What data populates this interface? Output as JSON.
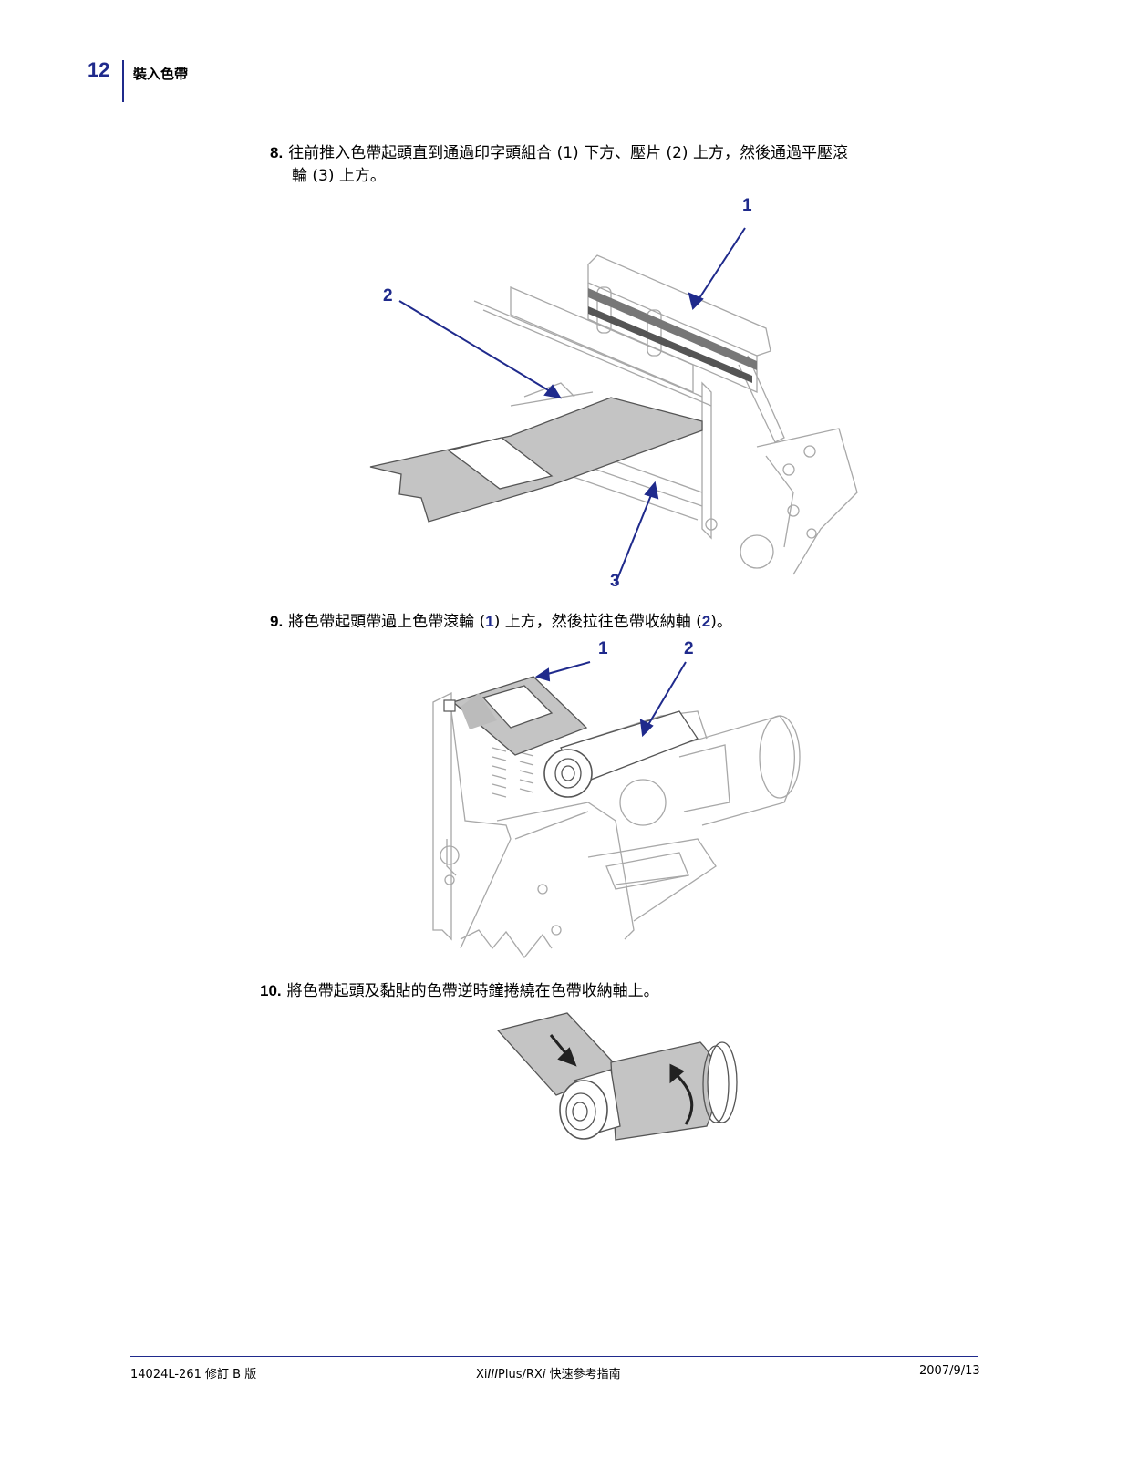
{
  "header": {
    "page_number": "12",
    "section_title": "裝入色帶"
  },
  "steps": [
    {
      "number": "8.",
      "line1": "往前推入色帶起頭直到通過印字頭組合 (1) 下方、壓片 (2) 上方，然後通過平壓滾",
      "line2": "輪 (3) 上方。"
    },
    {
      "number": "9.",
      "prefix": "將色帶起頭帶過上色帶滾輪 (",
      "ref1": "1",
      "mid": ") 上方，然後拉往色帶收納軸 (",
      "ref2": "2",
      "suffix": ")。"
    },
    {
      "number": "10.",
      "text": "將色帶起頭及黏貼的色帶逆時鐘捲繞在色帶收納軸上。"
    }
  ],
  "figures": {
    "fig1_callouts": [
      "1",
      "2",
      "3"
    ],
    "fig2_callouts": [
      "1",
      "2"
    ]
  },
  "footer": {
    "left": "14024L-261 修訂 B 版",
    "center_prefix": "Xi",
    "center_roman": "III",
    "center_mid": "Plus/RX",
    "center_i": "i",
    "center_suffix": " 快速參考指南",
    "right": "2007/9/13"
  },
  "colors": {
    "accent": "#1f2a8c",
    "line_art": "#a8a8a8",
    "ribbon": "#c4c4c4"
  }
}
